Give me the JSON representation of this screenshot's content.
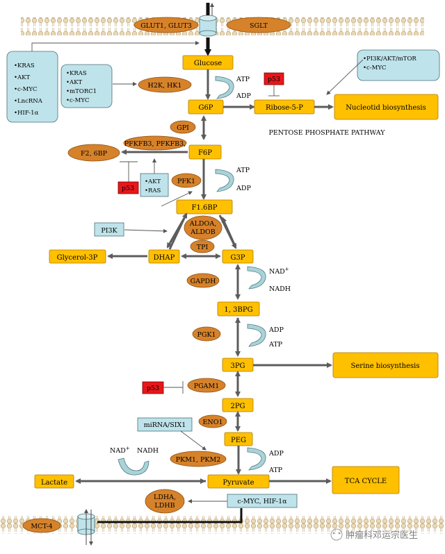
{
  "transporters": {
    "glut": "GLUT1, GLUT3",
    "sglt": "SGLT",
    "mct": "MCT-4"
  },
  "metabolites": {
    "glucose": "Glucose",
    "g6p": "G6P",
    "ribose": "Ribose-5-P",
    "nucleotide": "Nucleotid biosynthesis",
    "f6p": "F6P",
    "f26bp": "F2, 6BP",
    "f16bp": "F1.6BP",
    "glycerol": "Glycerol-3P",
    "dhap": "DHAP",
    "g3p": "G3P",
    "bpg": "1, 3BPG",
    "pg3": "3PG",
    "serine": "Serine biosynthesis",
    "pg2": "2PG",
    "peg": "PEG",
    "pyruvate": "Pyruvate",
    "lactate": "Lactate",
    "tca": "TCA CYCLE"
  },
  "enzymes": {
    "hk": "H2K, HK1",
    "gpi": "GPI",
    "pfkfb": "PFKFB3, PFKFB3,",
    "pfk1": "PFK1",
    "aldo": [
      "ALDOA,",
      "ALDOB"
    ],
    "tpi": "TPI",
    "gapdh": "GAPDH",
    "pgk1": "PGK1",
    "pgam1": "PGAM1",
    "eno1": "ENO1",
    "pkm": "PKM1, PKM2",
    "ldh": [
      "LDHA,",
      "LDHB"
    ]
  },
  "regulators": {
    "box1": [
      "KRAS",
      "AKT",
      "c-MYC",
      "LncRNA",
      "HIF-1α"
    ],
    "box2": [
      "KRAS",
      "AKT",
      "mTORC1",
      "c-MYC"
    ],
    "box3": [
      "PI3K/AKT/mTOR",
      "c-MYC"
    ],
    "aktras": [
      "AKT",
      "RAS"
    ],
    "pi3k": "PI3K",
    "mirna": "miRNA/SIX1",
    "cmyc": "c-MYC, HIF-1α"
  },
  "inhibitors": {
    "p53a": "p53",
    "p53b": "p53",
    "p53c": "p53"
  },
  "cofactors": {
    "atp1": "ATP",
    "adp1": "ADP",
    "atp2": "ATP",
    "adp2": "ADP",
    "nad": "NAD",
    "nadh": "NADH",
    "adp3": "ADP",
    "atp3": "ATP",
    "adp4": "ADP",
    "atp4": "ATP",
    "nad2": "NAD",
    "nadh2": "NADH",
    "plus": "+"
  },
  "labels": {
    "ppp": "PENTOSE PHOSPHATE PATHWAY",
    "watermark": "肿瘤科邓运宗医生"
  },
  "colors": {
    "metabolite": "#ffc000",
    "enzyme": "#d6822a",
    "regulator": "#bfe3ea",
    "inhibitor": "#e8171a"
  }
}
